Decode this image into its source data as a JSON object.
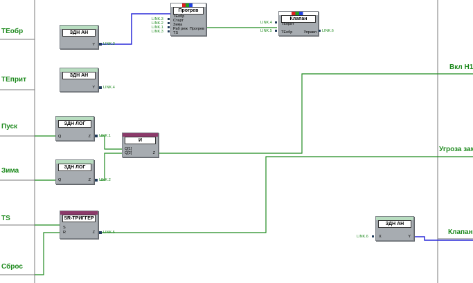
{
  "signals": {
    "teobr": "ТЕобр",
    "tepr": "ТЕприт",
    "pusk": "Пуск",
    "zima": "Зима",
    "ts": "TS",
    "sbros": "Сброс",
    "vkl_n1": "Вкл Н1",
    "ugroza": "Угроза зам",
    "klapan": "Клапан"
  },
  "blocks": {
    "zdn_an_1": {
      "title": "ЗДН АН",
      "out": "Y",
      "link": "LINK.3"
    },
    "zdn_an_2": {
      "title": "ЗДН АН",
      "out": "Y",
      "link": "LINK.4"
    },
    "zdn_log_1": {
      "title": "ЗДН ЛОГ",
      "in": "Q",
      "out": "Z",
      "link": "LINK.1"
    },
    "zdn_log_2": {
      "title": "ЗДН ЛОГ",
      "in": "Q",
      "out": "Z",
      "link": "LINK.2"
    },
    "and": {
      "title": "И",
      "in1": "Q[1]",
      "in2": "Q[2]",
      "out": "Z"
    },
    "sr": {
      "title": "SR-ТРИГГЕР",
      "in1": "S",
      "in2": "R",
      "out": "Z",
      "link": "LINK.5"
    },
    "progrev": {
      "title": "Прогрев",
      "inputs": [
        "ТЕобр",
        "Старт",
        "Зима",
        "Раб реж",
        "TS"
      ],
      "out": "Прогрев",
      "links": [
        "LINK.3",
        "LINK.2",
        "LINK.1",
        "LINK.3"
      ]
    },
    "klapan": {
      "title": "Клапан",
      "inputs": [
        "ТЕприт",
        "ТЕобр"
      ],
      "out": "Управл",
      "links": [
        "LINK.4",
        "LINK.5"
      ],
      "out_link": "LINK.6"
    },
    "zdn_an_3": {
      "title": "ЗДН АН",
      "in": "X",
      "out": "Y",
      "link": "LINK.6"
    }
  },
  "colors": {
    "wire_green": "#1e8a1e",
    "wire_blue": "#2a2ad8",
    "border": "#7a7a7a"
  }
}
